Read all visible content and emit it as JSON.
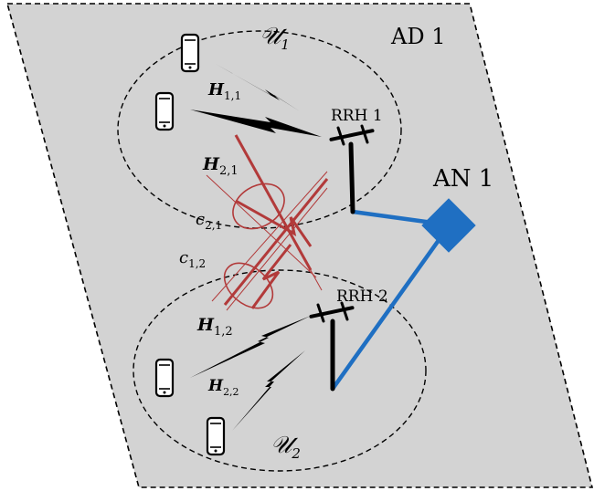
{
  "area_label": "AD 1",
  "access_node": {
    "label": "AN 1"
  },
  "rrh": [
    {
      "label": "RRH 1"
    },
    {
      "label": "RRH 2"
    }
  ],
  "user_groups": [
    {
      "symbol": "𝒰",
      "index": "1"
    },
    {
      "symbol": "𝒰",
      "index": "2"
    }
  ],
  "channels": {
    "H11": {
      "symbol": "H",
      "sub": "1,1"
    },
    "H21": {
      "symbol": "H",
      "sub": "2,1"
    },
    "H12": {
      "symbol": "H",
      "sub": "1,2"
    },
    "H22": {
      "symbol": "H",
      "sub": "2,2"
    }
  },
  "interference": {
    "c21": {
      "symbol": "c",
      "sub": "2,1"
    },
    "c12": {
      "symbol": "c",
      "sub": "1,2"
    }
  },
  "colors": {
    "region_fill": "#d3d3d3",
    "access_node": "#1f6fc2",
    "fronthaul_link": "#1f6fc2",
    "interference": "#b23a3a",
    "wireless_link": "#000000"
  },
  "icons": {
    "phone": "smartphone-icon",
    "antenna": "antenna-tower-icon",
    "wireless": "lightning-link-icon"
  }
}
